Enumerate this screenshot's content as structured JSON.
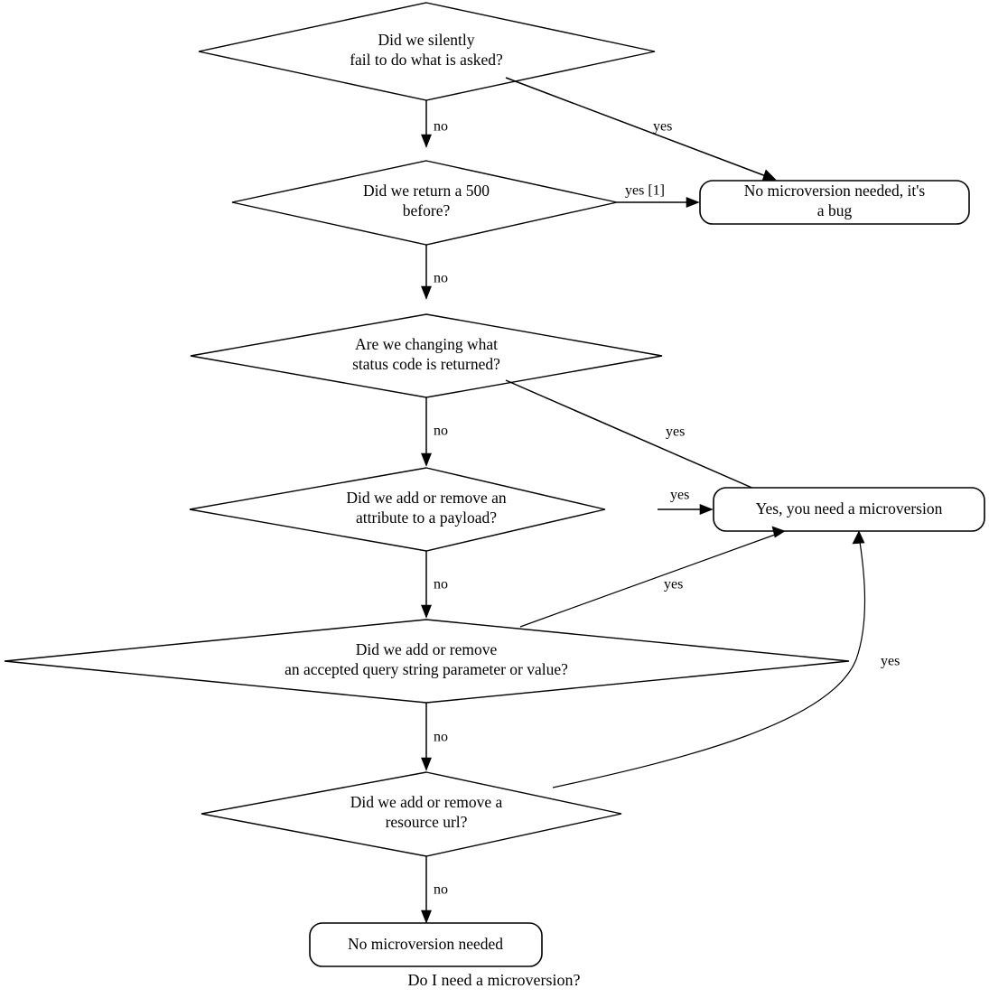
{
  "diagram": {
    "caption": "Do I need a microversion?",
    "title": "Do I need a microversion?",
    "background_color": "#ffffff",
    "line_color": "#000000",
    "text_color": "#000000",
    "nodes": [
      {
        "id": "silently-fail",
        "shape": "diamond",
        "line1": "Did we silently",
        "line2": "fail to do what is asked?"
      },
      {
        "id": "return-500",
        "shape": "diamond",
        "line1": "Did we return a 500",
        "line2": "before?"
      },
      {
        "id": "status-code",
        "shape": "diamond",
        "line1": "Are we changing what",
        "line2": "status code is returned?"
      },
      {
        "id": "payload-attribute",
        "shape": "diamond",
        "line1": "Did we add or remove an",
        "line2": "attribute to a payload?"
      },
      {
        "id": "query-string",
        "shape": "diamond",
        "line1": "Did we add or remove",
        "line2": "an accepted query string parameter or value?"
      },
      {
        "id": "resource-url",
        "shape": "diamond",
        "line1": "Did we add or remove a",
        "line2": "resource url?"
      },
      {
        "id": "bug-terminal",
        "shape": "rounded-rect",
        "line1": "No microversion needed, it's",
        "line2": "a bug"
      },
      {
        "id": "yes-terminal",
        "shape": "rounded-rect",
        "line1": "Yes, you need a microversion",
        "line2": ""
      },
      {
        "id": "no-terminal",
        "shape": "rounded-rect",
        "line1": "No microversion needed",
        "line2": ""
      }
    ],
    "edges": [
      {
        "id": "silently-fail-no",
        "from": "silently-fail",
        "to": "return-500",
        "label": "no"
      },
      {
        "id": "silently-fail-yes",
        "from": "silently-fail",
        "to": "bug-terminal",
        "label": "yes"
      },
      {
        "id": "return-500-yes",
        "from": "return-500",
        "to": "bug-terminal",
        "label": "yes [1]"
      },
      {
        "id": "return-500-no",
        "from": "return-500",
        "to": "status-code",
        "label": "no"
      },
      {
        "id": "status-code-yes",
        "from": "status-code",
        "to": "yes-terminal",
        "label": "yes"
      },
      {
        "id": "status-code-no",
        "from": "status-code",
        "to": "payload-attribute",
        "label": "no"
      },
      {
        "id": "payload-attribute-yes",
        "from": "payload-attribute",
        "to": "yes-terminal",
        "label": "yes"
      },
      {
        "id": "payload-attribute-no",
        "from": "payload-attribute",
        "to": "query-string",
        "label": "no"
      },
      {
        "id": "query-string-yes",
        "from": "query-string",
        "to": "yes-terminal",
        "label": "yes"
      },
      {
        "id": "query-string-no",
        "from": "query-string",
        "to": "resource-url",
        "label": "no"
      },
      {
        "id": "resource-url-yes",
        "from": "resource-url",
        "to": "yes-terminal",
        "label": "yes"
      },
      {
        "id": "resource-url-no",
        "from": "resource-url",
        "to": "no-terminal",
        "label": "no"
      }
    ]
  }
}
